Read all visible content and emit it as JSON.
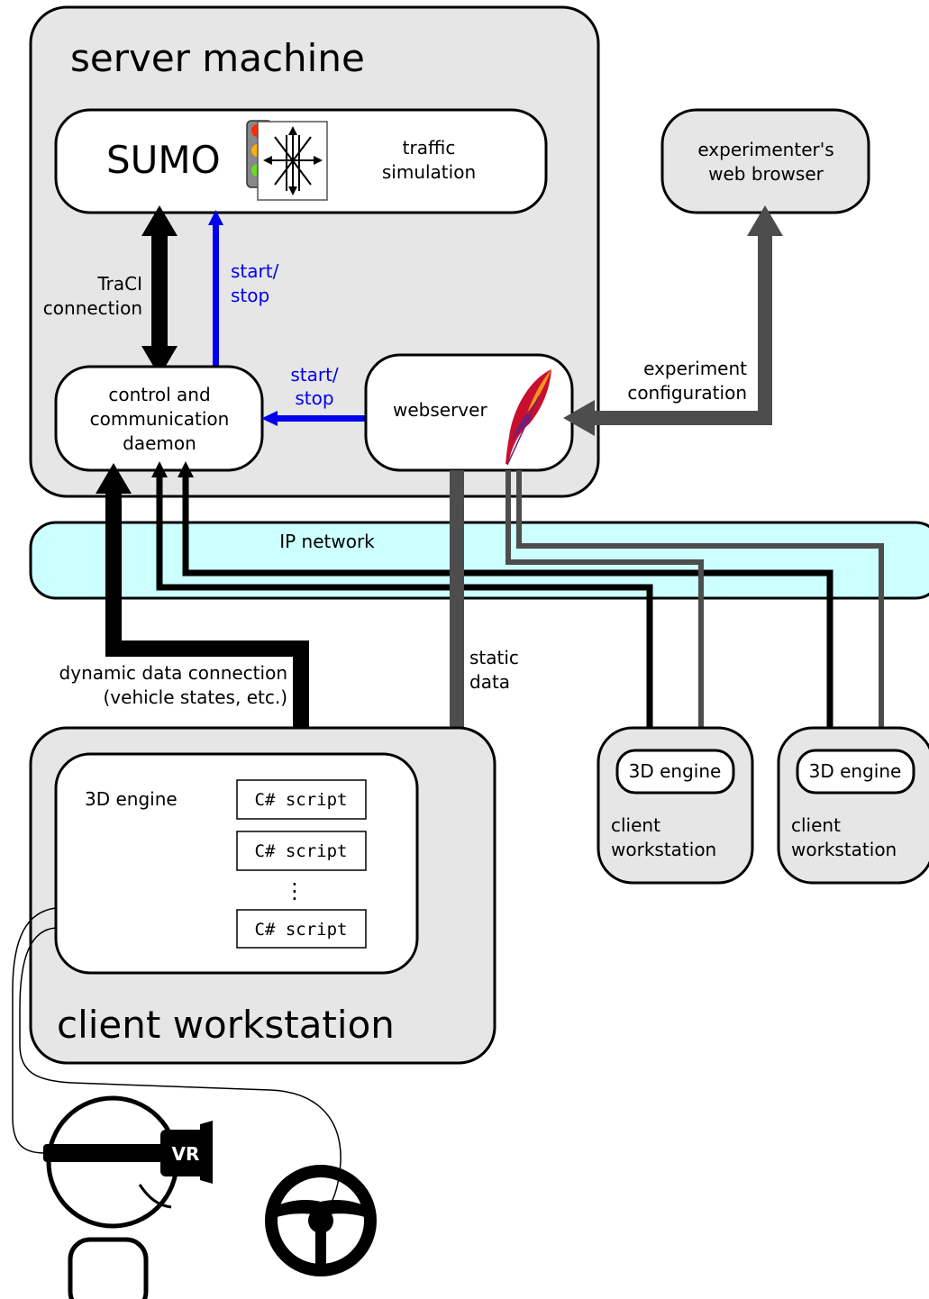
{
  "server": {
    "title": "server machine",
    "sumo": {
      "name": "SUMO",
      "desc_line1": "traffic",
      "desc_line2": "simulation",
      "logo_icon": "sumo-traffic-light-logo-icon"
    },
    "traci_line1": "TraCI",
    "traci_line2": "connection",
    "start_stop_1_line1": "start/",
    "start_stop_1_line2": "stop",
    "start_stop_2_line1": "start/",
    "start_stop_2_line2": "stop",
    "daemon": {
      "line1": "control and",
      "line2": "communication",
      "line3": "daemon"
    },
    "webserver": {
      "label": "webserver",
      "logo_icon": "apache-feather-icon"
    }
  },
  "browser": {
    "line1": "experimenter's",
    "line2": "web browser"
  },
  "experiment_config": {
    "line1": "experiment",
    "line2": "configuration"
  },
  "network": {
    "label": "IP network"
  },
  "dynamic_connection": {
    "line1": "dynamic data connection",
    "line2": "(vehicle states, etc.)"
  },
  "static_data": {
    "line1": "static",
    "line2": "data"
  },
  "client_main": {
    "title": "client workstation",
    "engine_label": "3D engine",
    "scripts": [
      "C# script",
      "C# script",
      "C# script"
    ],
    "ellipsis": "⋮"
  },
  "client_small": [
    {
      "engine": "3D engine",
      "line1": "client",
      "line2": "workstation"
    },
    {
      "engine": "3D engine",
      "line1": "client",
      "line2": "workstation"
    }
  ],
  "user": {
    "headset_label": "VR",
    "headset_icon": "vr-headset-icon",
    "wheel_icon": "steering-wheel-icon"
  },
  "colors": {
    "box_fill": "#e6e6e6",
    "network_fill": "#ccffff",
    "blue_arrow": "#0000ee",
    "gray_arrow": "#4d4d4d",
    "black": "#000000"
  }
}
